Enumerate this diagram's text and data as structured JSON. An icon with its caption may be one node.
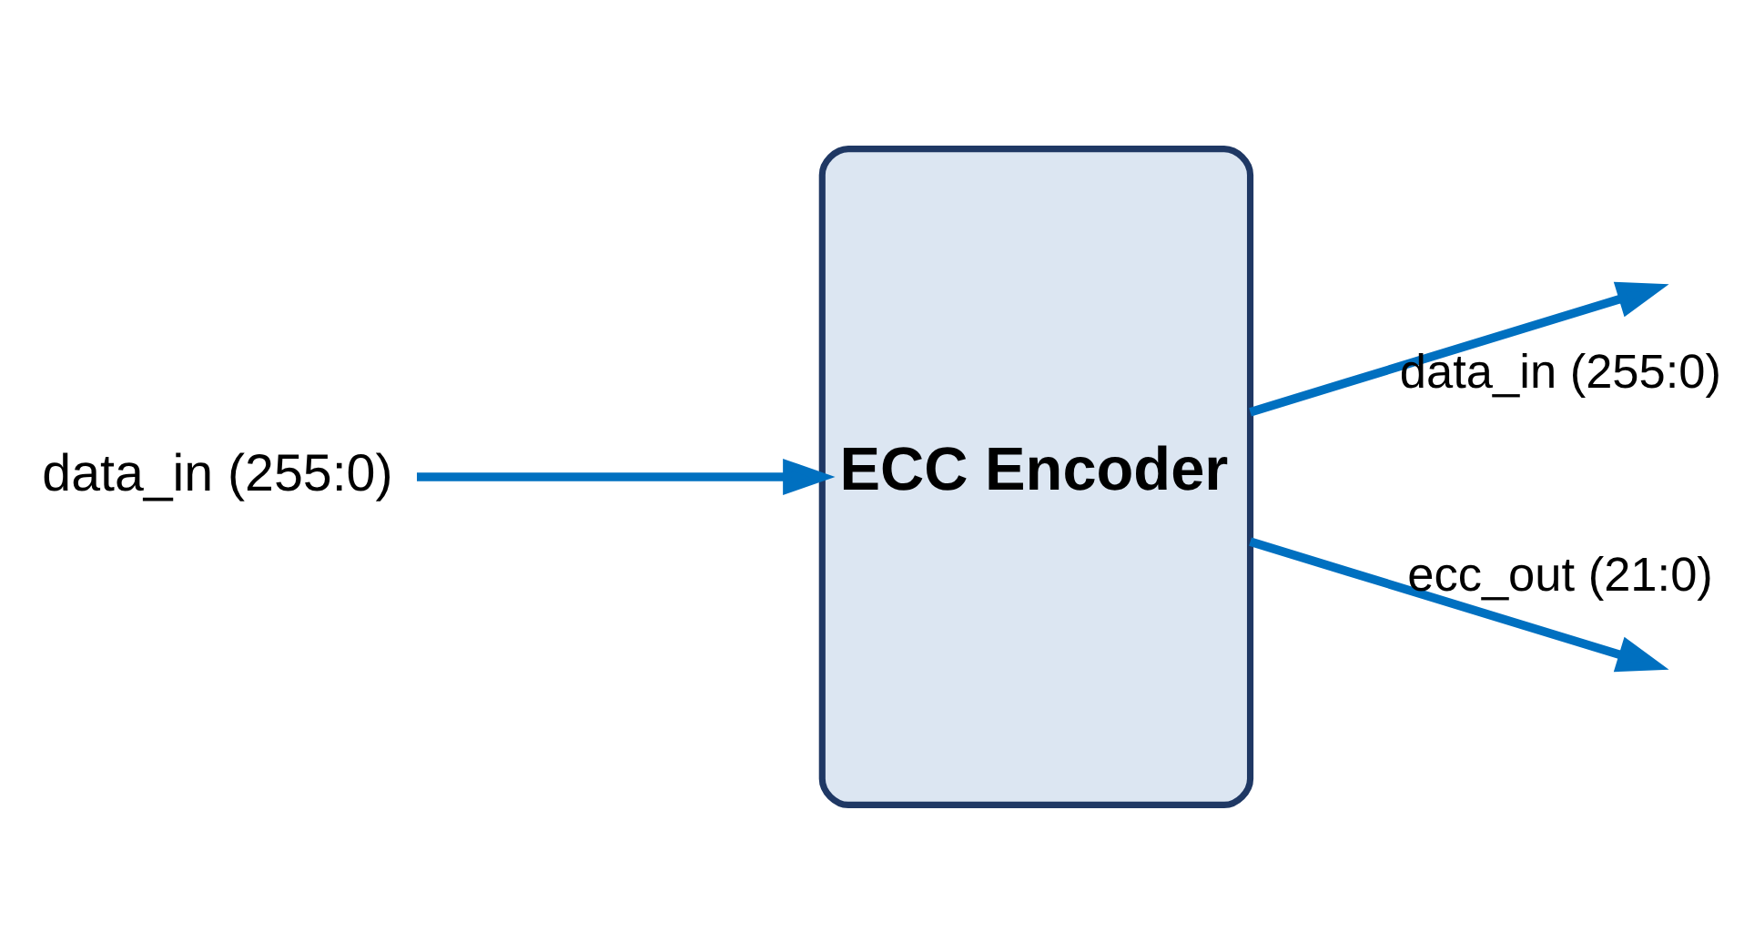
{
  "diagram": {
    "nodes": [
      {
        "text": [
          "data_in (255:0)"
        ]
      },
      {
        "text": [
          "ECC Encoder"
        ]
      }
    ],
    "edges": [
      {
        "from": 0,
        "to": 1,
        "arrow": "to"
      },
      {
        "from": 1,
        "to": null,
        "arrow": "to",
        "label": "data_in (255:0)"
      },
      {
        "from": 1,
        "to": null,
        "arrow": "to",
        "label": "ecc_out (21:0)"
      }
    ]
  }
}
